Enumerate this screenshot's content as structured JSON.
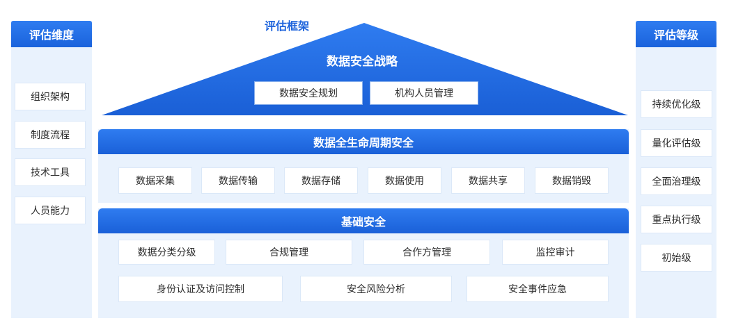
{
  "framework": {
    "title": "评估框架",
    "roof": {
      "title": "数据安全战略",
      "items": [
        "数据安全规划",
        "机构人员管理"
      ]
    },
    "lifecycle": {
      "title": "数据全生命周期安全",
      "items": [
        "数据采集",
        "数据传输",
        "数据存储",
        "数据使用",
        "数据共享",
        "数据销毁"
      ]
    },
    "foundation": {
      "title": "基础安全",
      "row1": [
        "数据分类分级",
        "合规管理",
        "合作方管理",
        "监控审计"
      ],
      "row2": [
        "身份认证及访问控制",
        "安全风险分析",
        "安全事件应急"
      ]
    }
  },
  "dimensions": {
    "title": "评估维度",
    "items": [
      "组织架构",
      "制度流程",
      "技术工具",
      "人员能力"
    ]
  },
  "levels": {
    "title": "评估等级",
    "items": [
      "持续优化级",
      "量化评估级",
      "全面治理级",
      "重点执行级",
      "初始级"
    ]
  },
  "colors": {
    "primary": "#1a63dc",
    "panel": "#e9f2fd",
    "chip": "#ffffff"
  }
}
